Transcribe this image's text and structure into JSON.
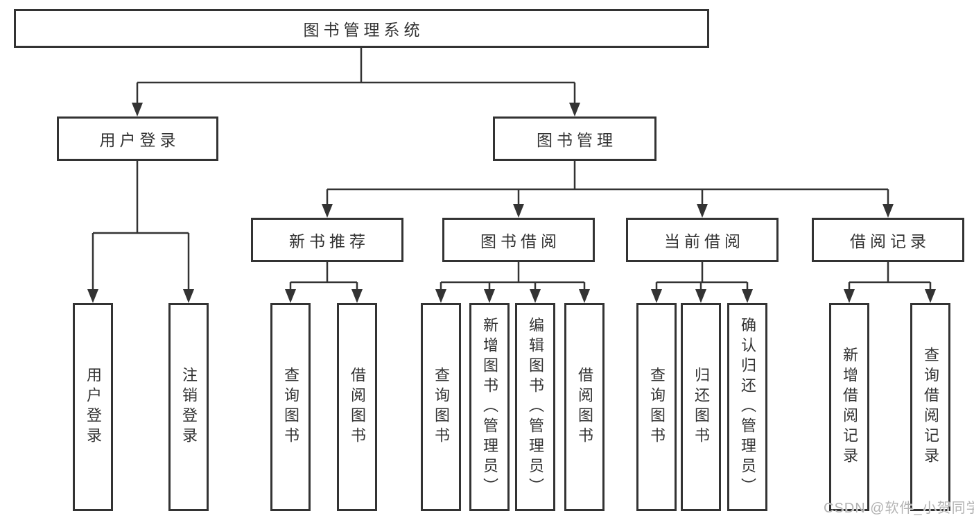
{
  "root": {
    "label": "图书管理系统"
  },
  "branches": [
    {
      "label": "用户登录",
      "children": [
        {
          "label": "用户登录"
        },
        {
          "label": "注销登录"
        }
      ]
    },
    {
      "label": "图书管理",
      "children": [
        {
          "label": "新书推荐",
          "children": [
            {
              "label": "查询图书"
            },
            {
              "label": "借阅图书"
            }
          ]
        },
        {
          "label": "图书借阅",
          "children": [
            {
              "label": "查询图书"
            },
            {
              "label": "新增图书（管理员）"
            },
            {
              "label": "编辑图书（管理员）"
            },
            {
              "label": "借阅图书"
            }
          ]
        },
        {
          "label": "当前借阅",
          "children": [
            {
              "label": "查询图书"
            },
            {
              "label": "归还图书"
            },
            {
              "label": "确认归还（管理员）"
            }
          ]
        },
        {
          "label": "借阅记录",
          "children": [
            {
              "label": "新增借阅记录"
            },
            {
              "label": "查询借阅记录"
            }
          ]
        }
      ]
    }
  ],
  "watermark": {
    "text": "CSDN @软件_小贺同学"
  },
  "colors": {
    "line": "#333333",
    "background": "#ffffff",
    "watermark": "#b3b3b3"
  }
}
